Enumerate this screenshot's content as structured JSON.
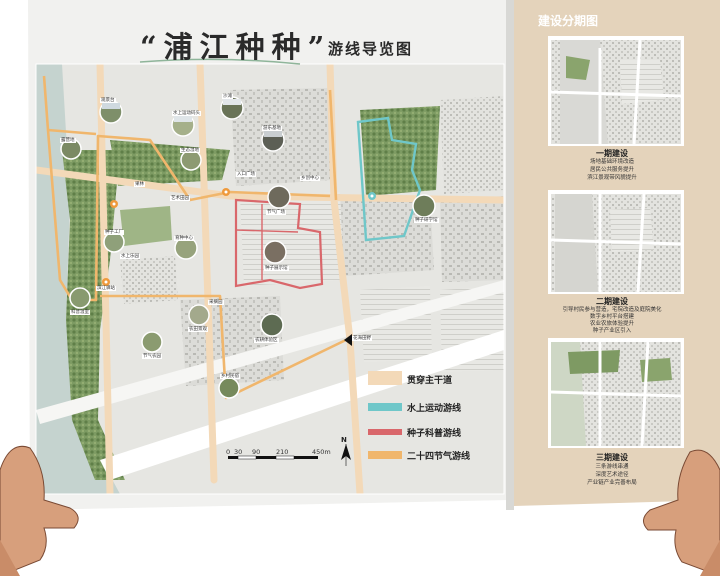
{
  "title": "“浦江种种”",
  "subtitle": "游线导览图",
  "phase_panel": {
    "heading": "建设分期图",
    "phases": [
      {
        "title": "一期建设",
        "lines": [
          "场地基础环境改造",
          "居民公共服务提升",
          "滨江景观带风貌提升"
        ]
      },
      {
        "title": "二期建设",
        "lines": [
          "引导村民参与营造，宅院改造及庭院美化",
          "数字乡村平台搭建",
          "农业农旅体验提升",
          "种子产业区引入"
        ]
      },
      {
        "title": "三期建设",
        "lines": [
          "三条游线串通",
          "深度艺术途径",
          "产业链产业完善布局"
        ]
      }
    ]
  },
  "legend": [
    {
      "label": "贯穿主干道",
      "color": "#f3d9b8"
    },
    {
      "label": "水上运动游线",
      "color": "#6fc7c9"
    },
    {
      "label": "种子科普游线",
      "color": "#d9676b"
    },
    {
      "label": "二十四节气游线",
      "color": "#f0b66c"
    }
  ],
  "scale_bar": {
    "ticks": [
      "0",
      "30",
      "90",
      "210",
      "450m"
    ]
  },
  "compass": {
    "label": "N"
  },
  "places": [
    "观景台",
    "水上运动码头",
    "沙滩",
    "游乐基地",
    "露营地",
    "生态湿地",
    "入口广场",
    "节气广场",
    "种子工厂",
    "育种中心",
    "种子展示馆",
    "科普温室",
    "农田景观",
    "农耕体验区",
    "节气农园",
    "乡村民宿",
    "种子研学馆",
    "花海田野",
    "水上乐园",
    "艺术田园",
    "滨江驿站",
    "采摘园",
    "乡创中心",
    "果林"
  ],
  "colors": {
    "accent_brown": "#a66b2d",
    "panel_tan": "#dcc7a9",
    "map_green": "#6c8f55",
    "river": "#c5d3cf"
  }
}
